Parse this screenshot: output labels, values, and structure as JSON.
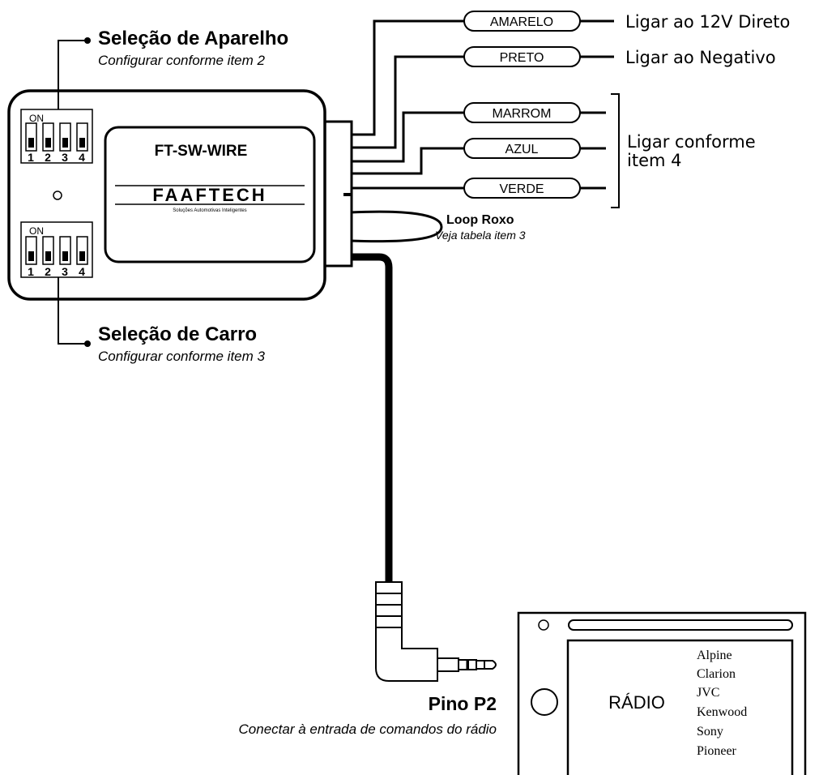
{
  "device": {
    "model": "FT-SW-WIRE",
    "brand": "FAAFTECH",
    "tagline": "Soluções Automotivas Inteligentes"
  },
  "dip_top": {
    "on_label": "ON",
    "numbers": [
      "1",
      "2",
      "3",
      "4"
    ],
    "heading": "Seleção de Aparelho",
    "subheading": "Configurar conforme item 2"
  },
  "dip_bottom": {
    "on_label": "ON",
    "numbers": [
      "1",
      "2",
      "3",
      "4"
    ],
    "heading": "Seleção de Carro",
    "subheading": "Configurar conforme item 3"
  },
  "wires": [
    {
      "label": "AMARELO",
      "note": "Ligar ao 12V Direto"
    },
    {
      "label": "PRETO",
      "note": "Ligar ao Negativo"
    },
    {
      "label": "MARROM"
    },
    {
      "label": "AZUL"
    },
    {
      "label": "VERDE"
    }
  ],
  "group_note": {
    "line1": "Ligar conforme",
    "line2": "item 4"
  },
  "loop": {
    "title": "Loop Roxo",
    "subtitle": "Veja tabela item 3"
  },
  "plug": {
    "title": "Pino P2",
    "subtitle": "Conectar à entrada de comandos do rádio"
  },
  "radio": {
    "label": "RÁDIO",
    "brands": [
      "Alpine",
      "Clarion",
      "JVC",
      "Kenwood",
      "Sony",
      "Pioneer"
    ]
  }
}
